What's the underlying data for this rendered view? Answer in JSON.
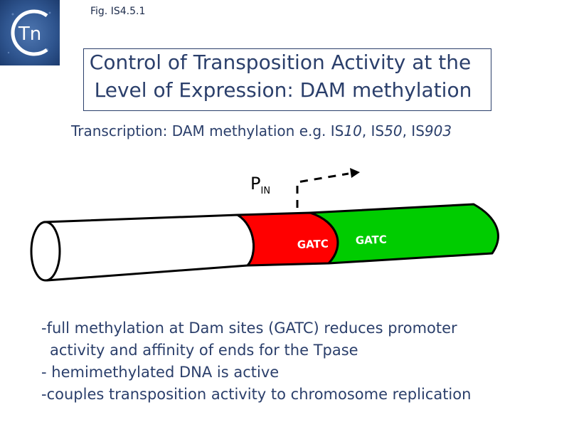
{
  "figure": {
    "label": "Fig. IS4.5.1"
  },
  "logo": {
    "text": "Tn"
  },
  "title": {
    "line1": "Control of Transposition Activity at the",
    "line2": "Level of Expression: DAM methylation"
  },
  "subtitle": {
    "prefix": "Transcription:  DAM methylation e.g. IS",
    "n1": "10",
    "sep1": ", IS",
    "n2": "50",
    "sep2": ", IS",
    "n3": "903"
  },
  "diagram": {
    "promoter_main": "P",
    "promoter_sub": "IN",
    "site_red": "GATC",
    "site_green": "GATC",
    "colors": {
      "red": "#ff0000",
      "green": "#00cc00",
      "outline": "#000000"
    }
  },
  "bullets": [
    "-full methylation at Dam sites (GATC) reduces promoter",
    "activity and affinity of ends for the Tpase",
    "- hemimethylated DNA is active",
    "-couples transposition activity to chromosome replication"
  ]
}
